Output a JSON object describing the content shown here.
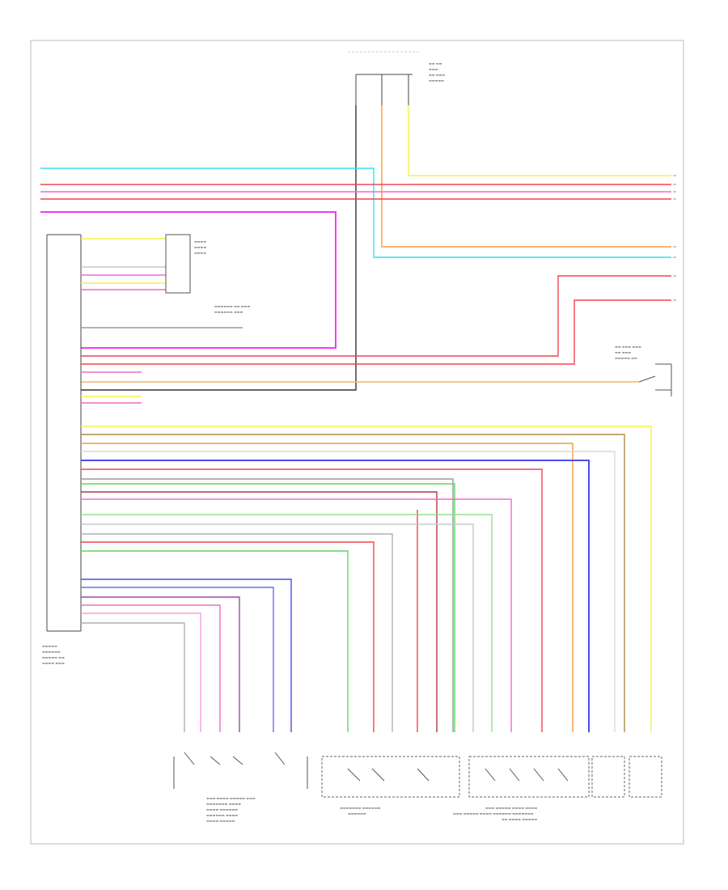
{
  "diagram": {
    "footer_code": "",
    "wire_colors": {
      "cyan": "#2fe3ee",
      "red": "#f4434e",
      "pink": "#f06cc8",
      "magenta": "#f03cf0",
      "yellow": "#f3f349",
      "orange": "#f49a47",
      "light_orange": "#f6b66e",
      "blue": "#4a4df0",
      "green": "#5fd85f",
      "gray": "#9a9a9a",
      "light_gray": "#c8c8c8",
      "black": "#333333",
      "violet": "#9a4aa6",
      "brown": "#b08a48",
      "dark_red": "#b03846",
      "light_green": "#90e090"
    },
    "components": [
      {
        "id": "top-connector",
        "label": ""
      },
      {
        "id": "relay-block",
        "label": ""
      },
      {
        "id": "module-main",
        "label": ""
      },
      {
        "id": "switch-left",
        "label": ""
      },
      {
        "id": "switch-middle",
        "label": ""
      },
      {
        "id": "switch-right",
        "label": ""
      }
    ]
  }
}
